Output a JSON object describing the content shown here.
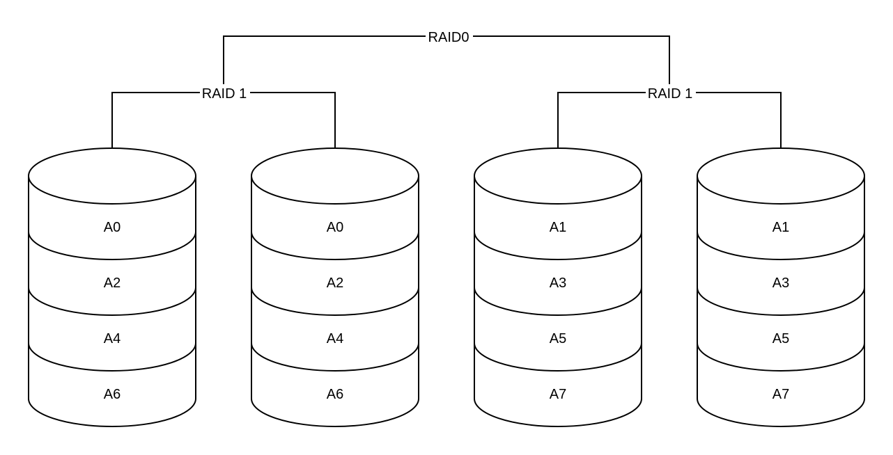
{
  "diagram": {
    "type": "raid-10",
    "top_label": "RAID0",
    "mirrors": [
      {
        "label": "RAID 1",
        "disks": [
          {
            "blocks": [
              "A0",
              "A2",
              "A4",
              "A6"
            ]
          },
          {
            "blocks": [
              "A0",
              "A2",
              "A4",
              "A6"
            ]
          }
        ]
      },
      {
        "label": "RAID 1",
        "disks": [
          {
            "blocks": [
              "A1",
              "A3",
              "A5",
              "A7"
            ]
          },
          {
            "blocks": [
              "A1",
              "A3",
              "A5",
              "A7"
            ]
          }
        ]
      }
    ]
  }
}
